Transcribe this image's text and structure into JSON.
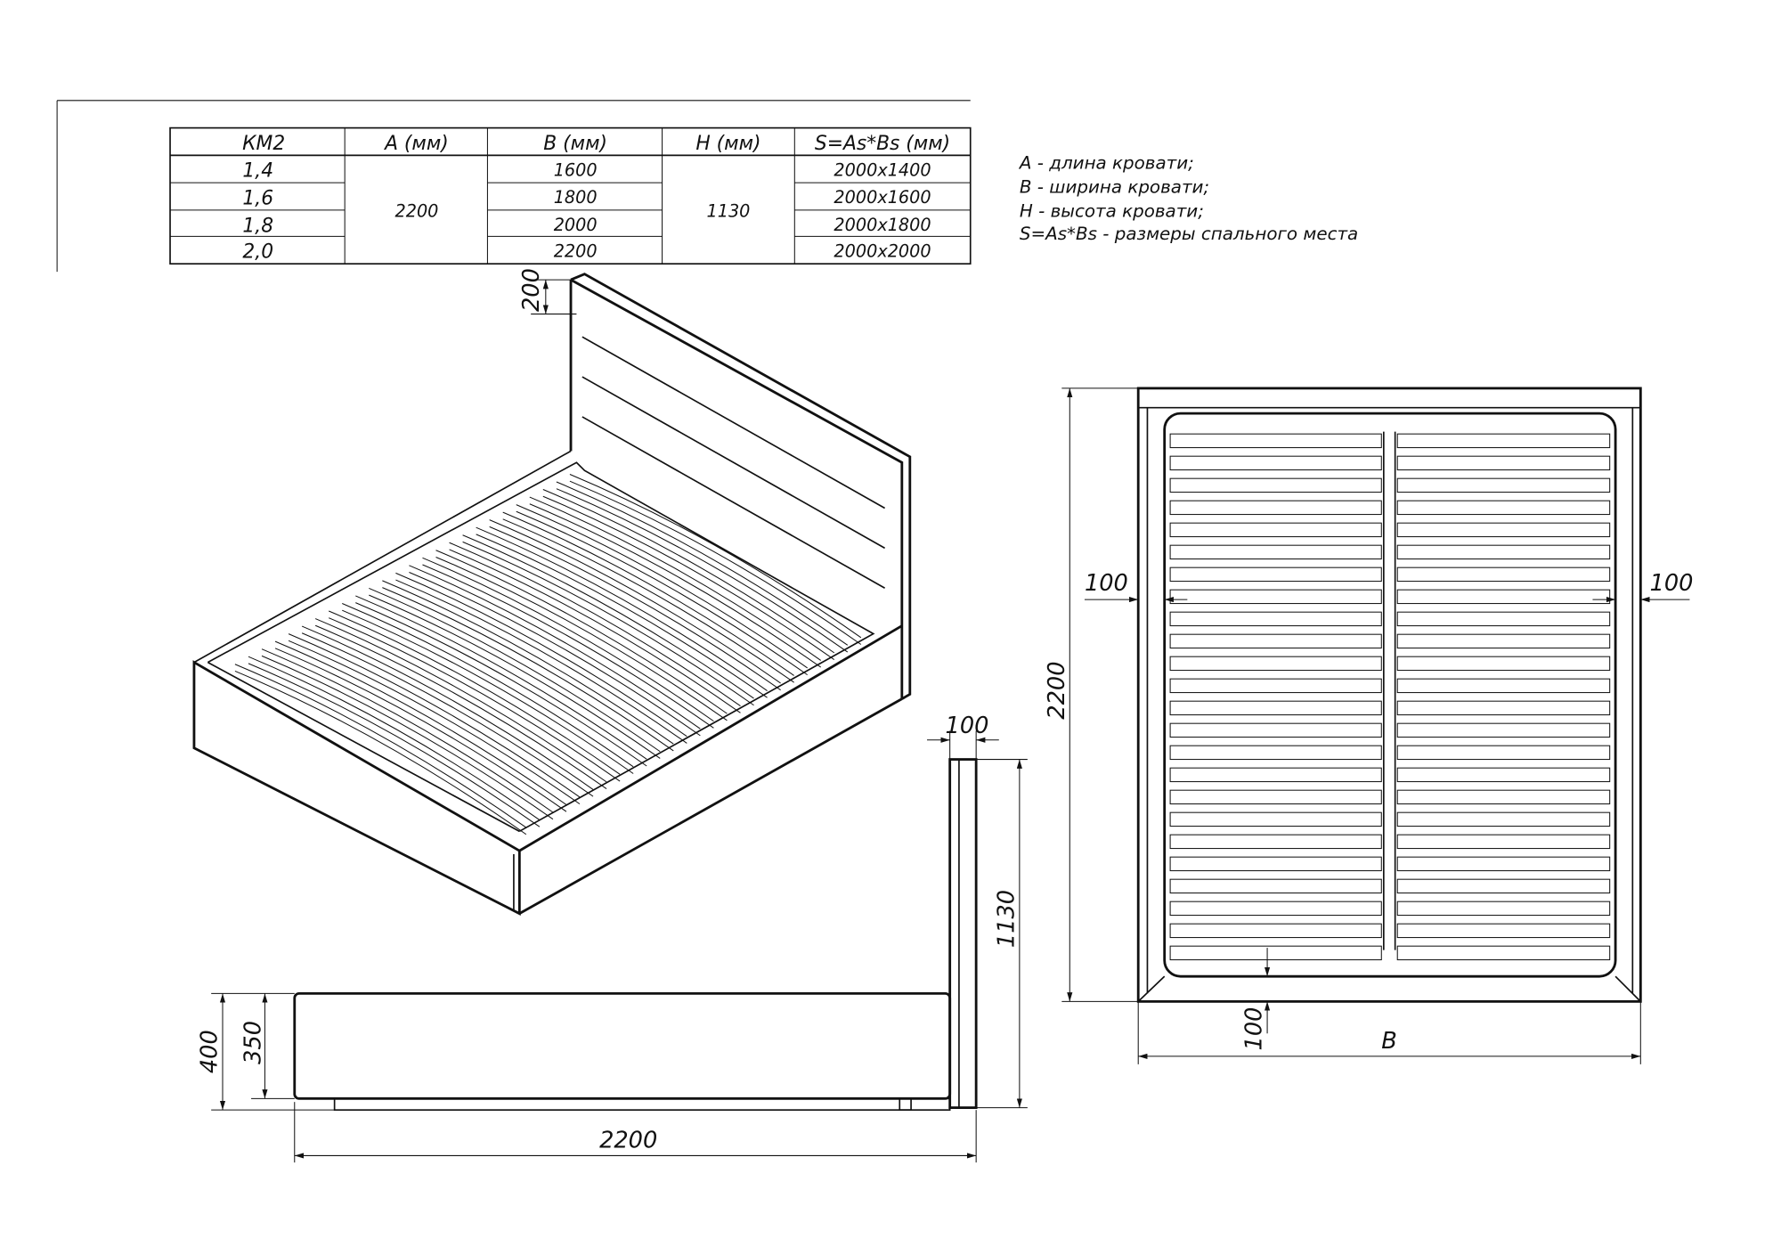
{
  "table": {
    "headers": [
      "КМ2",
      "A (мм)",
      "B (мм)",
      "H (мм)",
      "S=As*Bs (мм)"
    ],
    "sizes": [
      "1,4",
      "1,6",
      "1,8",
      "2,0"
    ],
    "a_value": "2200",
    "b_values": [
      "1600",
      "1800",
      "2000",
      "2200"
    ],
    "h_value": "1130",
    "s_values": [
      "2000x1400",
      "2000x1600",
      "2000x1800",
      "2000x2000"
    ]
  },
  "legend": [
    "A - длина кровати;",
    "B - ширина кровати;",
    "H - высота кровати;",
    "S=As*Bs - размеры спального места"
  ],
  "iso_view": {
    "headboard_offset": "200"
  },
  "side_view": {
    "length": "2200",
    "height_total": "400",
    "height_base": "350",
    "height_headboard": "1130",
    "headboard_thickness": "100"
  },
  "top_view": {
    "length": "2200",
    "width": "B",
    "margin_left": "100",
    "margin_right": "100",
    "margin_bottom": "100"
  }
}
